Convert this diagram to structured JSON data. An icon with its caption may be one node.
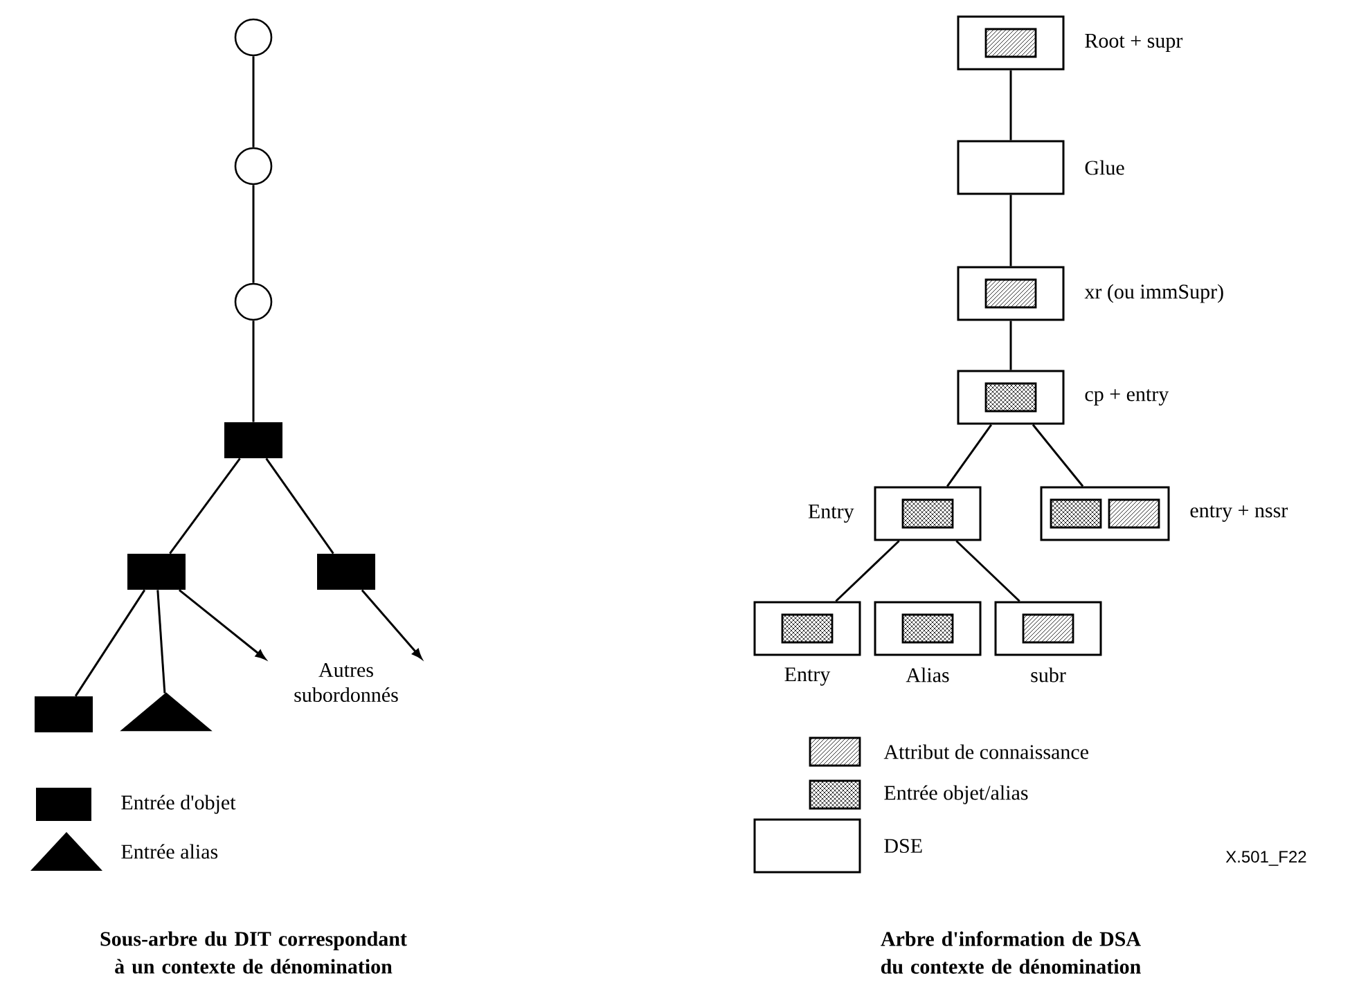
{
  "diagram": {
    "nodes": [
      {
        "text": [],
        "shape": "circle"
      },
      {
        "text": [],
        "shape": "circle"
      },
      {
        "text": [],
        "shape": "circle"
      },
      {
        "text": [],
        "shape": "box"
      },
      {
        "text": [],
        "shape": "box"
      },
      {
        "text": [],
        "shape": "box"
      },
      {
        "text": [],
        "shape": "box"
      },
      {
        "text": [],
        "shape": "triangle"
      },
      {
        "text": [
          "Autres subordonnés"
        ]
      },
      {
        "text": [],
        "shape": "box",
        "beside": [
          "Root + supr"
        ]
      },
      {
        "text": [],
        "shape": "box",
        "beside": [
          "Glue"
        ]
      },
      {
        "text": [],
        "shape": "box",
        "beside": [
          "xr (ou immSupr)"
        ]
      },
      {
        "text": [],
        "shape": "box",
        "beside": [
          "cp + entry"
        ]
      },
      {
        "text": [],
        "shape": "box",
        "beside": [
          "Entry"
        ]
      },
      {
        "text": [],
        "shape": "box",
        "beside": [
          "entry + nssr"
        ]
      },
      {
        "text": [],
        "shape": "box",
        "beside": [
          "Entry"
        ]
      },
      {
        "text": [],
        "shape": "box",
        "beside": [
          "Alias"
        ]
      },
      {
        "text": [],
        "shape": "box",
        "beside": [
          "subr"
        ]
      }
    ],
    "edges": [
      {
        "from": 0,
        "to": 1,
        "arrow": "none"
      },
      {
        "from": 1,
        "to": 2,
        "arrow": "none"
      },
      {
        "from": 2,
        "to": 3,
        "arrow": "none"
      },
      {
        "from": 3,
        "to": 4,
        "arrow": "none"
      },
      {
        "from": 3,
        "to": 5,
        "arrow": "none"
      },
      {
        "from": 4,
        "to": 6,
        "arrow": "none"
      },
      {
        "from": 4,
        "to": 7,
        "arrow": "none"
      },
      {
        "from": 4,
        "to": 8,
        "arrow": "to"
      },
      {
        "from": 5,
        "to": 8,
        "arrow": "to"
      },
      {
        "from": 9,
        "to": 10,
        "arrow": "none"
      },
      {
        "from": 10,
        "to": 11,
        "arrow": "none"
      },
      {
        "from": 11,
        "to": 12,
        "arrow": "none"
      },
      {
        "from": 12,
        "to": 13,
        "arrow": "none"
      },
      {
        "from": 12,
        "to": 14,
        "arrow": "none"
      },
      {
        "from": 13,
        "to": 15,
        "arrow": "none"
      },
      {
        "from": 13,
        "to": 17,
        "arrow": "none"
      }
    ],
    "labels": [
      "X.501_F22",
      "Sous-arbre du DIT correspondant à un contexte de dénomination",
      "Arbre d'information de DSA du contexte de dénomination"
    ],
    "legend": [
      {
        "text": "Entrée d'objet"
      },
      {
        "text": "Entrée alias"
      },
      {
        "text": "Attribut de connaissance"
      },
      {
        "text": "Entrée objet/alias"
      },
      {
        "text": "DSE"
      }
    ]
  }
}
